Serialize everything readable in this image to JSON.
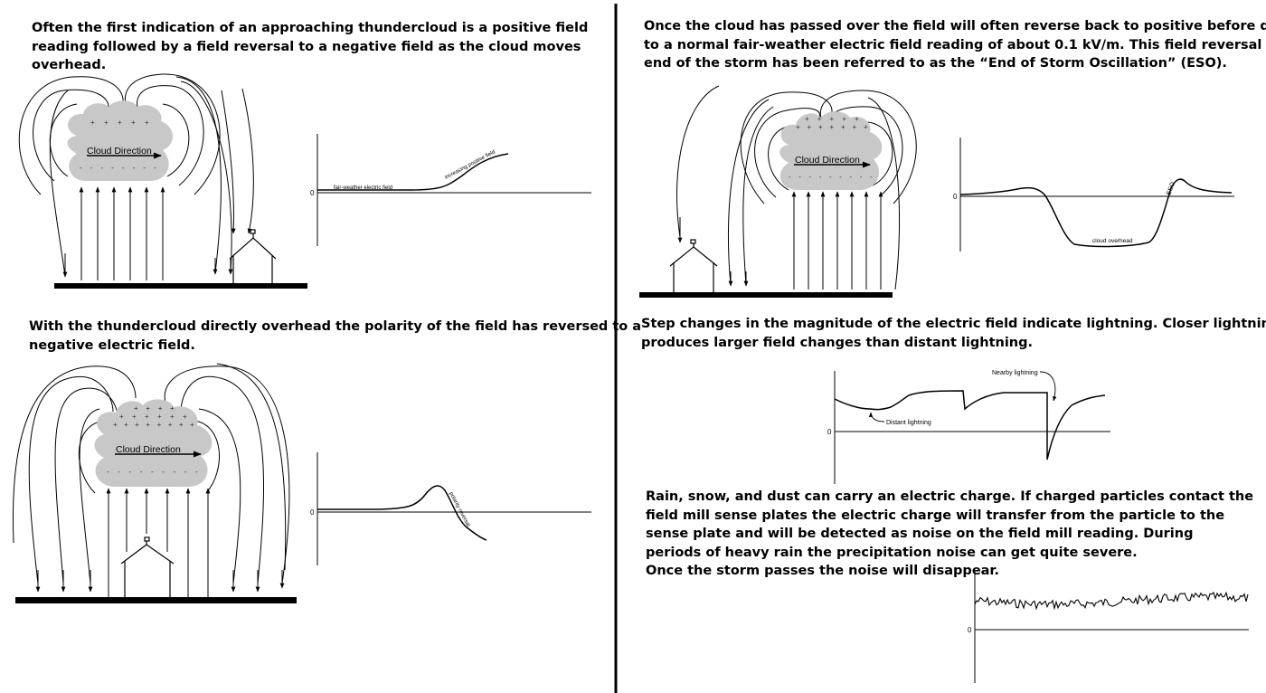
{
  "panels": {
    "approaching": {
      "lines": [
        "Often the first indication of an approaching thundercloud is a positive field",
        "reading followed by a field reversal to a negative field as the cloud moves",
        "overhead."
      ],
      "cloud_label": "Cloud Direction",
      "graph": {
        "zero_label": "0",
        "labels": [
          "fair-weather electric field",
          "increasing positive field"
        ]
      }
    },
    "overhead": {
      "lines": [
        "With the thundercloud directly overhead the polarity of the field has reversed to a",
        "negative electric field."
      ],
      "cloud_label": "Cloud Direction",
      "graph": {
        "zero_label": "0",
        "labels": [
          "polarity reversal"
        ]
      }
    },
    "passed": {
      "lines": [
        "Once the cloud has passed over the field will often reverse back to positive before decaying",
        "to a normal fair-weather electric field reading of about 0.1 kV/m. This field reversal at the",
        "end of the storm has been referred to as the “End of Storm Oscillation” (ESO)."
      ],
      "cloud_label": "Cloud Direction",
      "graph": {
        "zero_label": "0",
        "labels": [
          "cloud overhead",
          "ESO"
        ]
      }
    },
    "lightning": {
      "lines": [
        "Step changes in the magnitude of the electric field indicate lightning. Closer lightning",
        "produces larger field changes than distant lightning."
      ],
      "graph": {
        "zero_label": "0",
        "labels": [
          "Nearby lightning",
          "Distant lightning"
        ]
      }
    },
    "rain": {
      "lines": [
        "Rain, snow, and dust can carry an electric charge. If charged particles contact the",
        "field mill sense plates the electric charge will transfer from the particle to the",
        "sense plate and will be detected as noise on the field mill reading. During",
        "periods of heavy rain the precipitation noise can get quite severe.",
        "Once the storm passes the noise will disappear."
      ],
      "graph": {
        "zero_label": "0"
      }
    }
  },
  "charge_symbols": {
    "positive": "+",
    "negative": "-"
  }
}
